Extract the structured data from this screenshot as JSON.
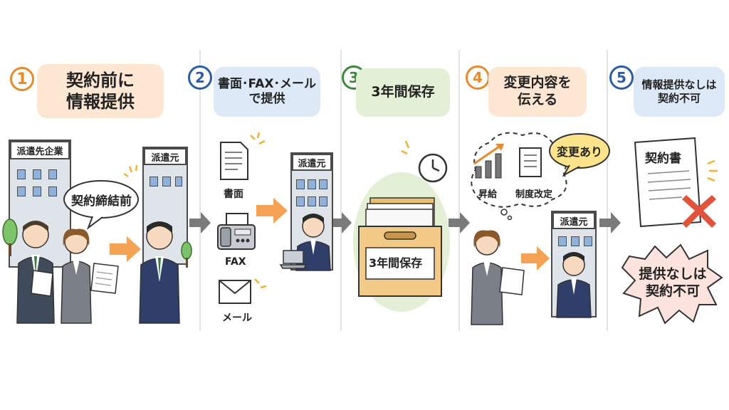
{
  "steps": [
    {
      "number": "1",
      "title": "契約前に\n情報提供",
      "color": "#e8892b",
      "bg": "#fde6d2"
    },
    {
      "number": "2",
      "title": "書面･FAX･メール\nで提供",
      "color": "#2b5da8",
      "bg": "#dde9f7"
    },
    {
      "number": "3",
      "title": "3年間保存",
      "color": "#3a8a3a",
      "bg": "#e4f0d6"
    },
    {
      "number": "4",
      "title": "変更内容を\n伝える",
      "color": "#e8892b",
      "bg": "#fde6d2"
    },
    {
      "number": "5",
      "title": "情報提供なしは\n契約不可",
      "color": "#2b5da8",
      "bg": "#dde9f7"
    }
  ],
  "panel1": {
    "client_company": "派遣先企業",
    "dispatch_agency": "派遣元",
    "speech": "契約締結前"
  },
  "panel2": {
    "dispatch_agency": "派遣元",
    "document": "書面",
    "fax": "FAX",
    "mail": "メール"
  },
  "panel3": {
    "box_label": "3年間保存"
  },
  "panel4": {
    "raise": "昇給",
    "system_change": "制度改定",
    "change_bubble": "変更あり",
    "dispatch_agency": "派遣元"
  },
  "panel5": {
    "contract": "契約書",
    "burst": "提供なしは\n契約不可"
  },
  "colors": {
    "orange_arrow": "#f5a254",
    "gray_arrow": "#7a7a7a",
    "red_x": "#e2533b",
    "box": "#f3c986"
  }
}
